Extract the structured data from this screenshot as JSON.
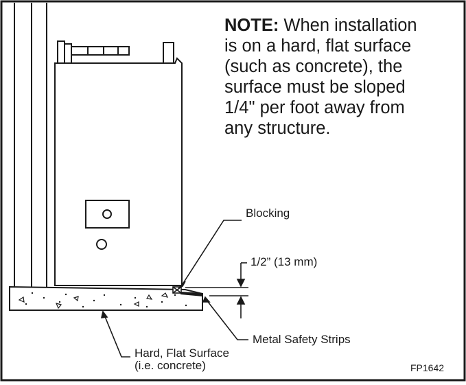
{
  "note": {
    "lead": "NOTE:",
    "lines": [
      " When installation",
      "is on a hard, flat surface",
      "(such as concrete), the",
      "surface must be sloped",
      "1/4\" per foot away from",
      "any structure."
    ]
  },
  "labels": {
    "blocking": "Blocking",
    "gap": "1/2” (13 mm)",
    "strips": "Metal Safety Strips",
    "surface_line1": "Hard, Flat Surface",
    "surface_line2": "(i.e. concrete)"
  },
  "figure_code": "FP1642",
  "colors": {
    "ink": "#1a1a1a",
    "background": "#ffffff"
  }
}
